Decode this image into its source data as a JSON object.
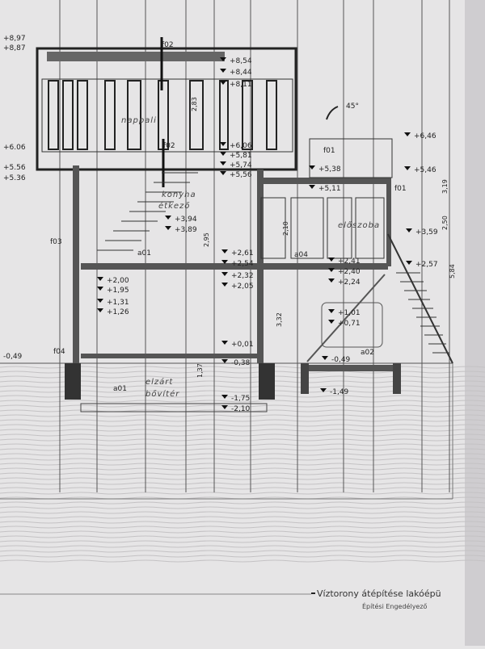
{
  "drawing": {
    "title": "Víztorony átépítése lakóépü",
    "subtitle": "Építési Engedélyező",
    "rooms": {
      "living": "nappali",
      "kitchen": "konyha",
      "dining": "étkező",
      "hall": "előszoba",
      "closed1": "elzárt",
      "closed2": "bővítér"
    },
    "angle": "45°",
    "tags": [
      "f02",
      "f02",
      "f01",
      "f01",
      "f03",
      "f04",
      "a01",
      "a01",
      "a02",
      "a04"
    ],
    "levels_left": [
      "+8,97",
      "+8,87",
      "+6.06",
      "+5.56",
      "+5.36",
      "-0,49"
    ],
    "levels_mid": [
      "+8,54",
      "+8,44",
      "+8,11",
      "+6,06",
      "+5,81",
      "+5,74",
      "+5,56",
      "+3,94",
      "+3,89",
      "+2,61",
      "+2,54",
      "+2,32",
      "+2,05",
      "+0,01",
      "-0,38",
      "-1,75",
      "-2,10"
    ],
    "levels_inner": [
      "+2,00",
      "+1,95",
      "+1,31",
      "+1,26"
    ],
    "levels_right": [
      "+6,46",
      "+5,46",
      "+5,38",
      "+5,11",
      "+3,59",
      "+2,57",
      "+2,41",
      "+2,40",
      "+2,24",
      "+1,01",
      "+0,71",
      "-0,49",
      "-1,49"
    ],
    "dims": [
      "2,83",
      "2,95",
      "2,10",
      "2,50",
      "5,84",
      "3,32",
      "1,37",
      "3,19"
    ]
  }
}
